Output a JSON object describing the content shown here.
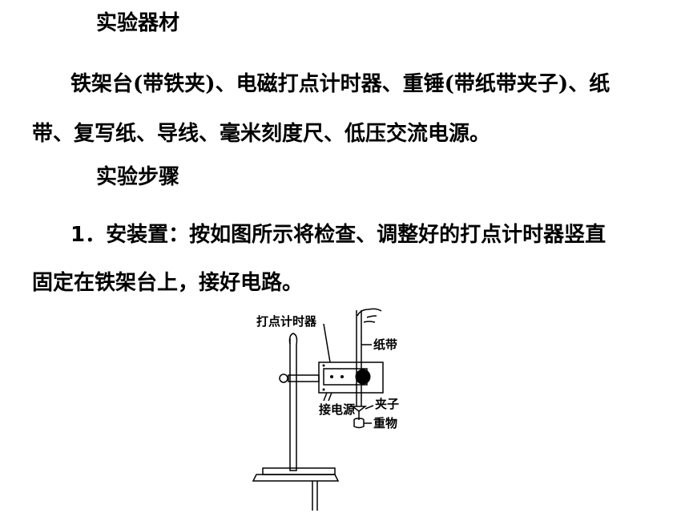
{
  "section1": {
    "heading": "实验器材",
    "line1": "铁架台(带铁夹)、电磁打点计时器、重锤(带纸带夹子)、纸",
    "line2": "带、复写纸、导线、毫米刻度尺、低压交流电源。"
  },
  "section2": {
    "heading": "实验步骤",
    "step_number": "1",
    "step_title": "．安装置：",
    "line1_rest": "按如图所示将检查、调整好的打点计时器竖直",
    "line2": "固定在铁架台上，接好电路。"
  },
  "figure": {
    "label_timer": "打点计时器",
    "label_tape": "纸带",
    "label_power": "接电源",
    "label_clip": "夹子",
    "label_weight": "重物"
  }
}
